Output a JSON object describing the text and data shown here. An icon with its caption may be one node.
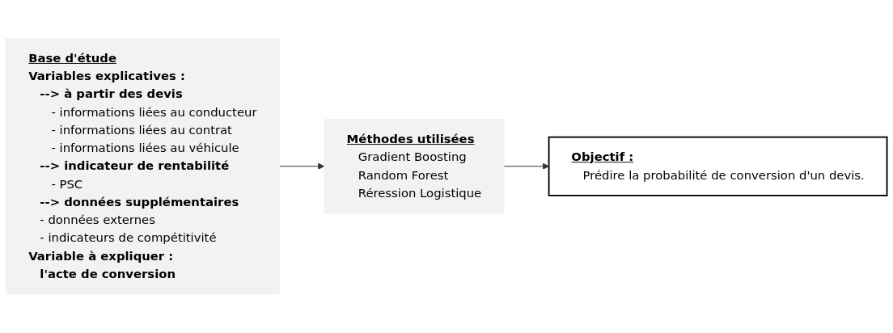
{
  "diagram": {
    "nodes": [
      {
        "text": [
          "Base d'étude",
          "Variables explicatives :",
          "--> à partir des devis",
          "- informations liées au conducteur",
          "- informations liées au contrat",
          "- informations liées au véhicule",
          "--> indicateur de rentabilité",
          "- PSC",
          "--> données supplémentaires",
          "- données externes",
          "- indicateurs de compétitivité",
          "Variable à expliquer :",
          "l'acte de conversion"
        ]
      },
      {
        "text": [
          "Méthodes utilisées",
          "Gradient Boosting",
          "Random Forest",
          "Réression Logistique"
        ]
      },
      {
        "text": [
          "Objectif :",
          "Prédire la probabilité de conversion d'un devis."
        ]
      }
    ],
    "edges": [
      {
        "from": 0,
        "to": 1,
        "arrow": "to"
      },
      {
        "from": 1,
        "to": 2,
        "arrow": "to"
      }
    ]
  }
}
